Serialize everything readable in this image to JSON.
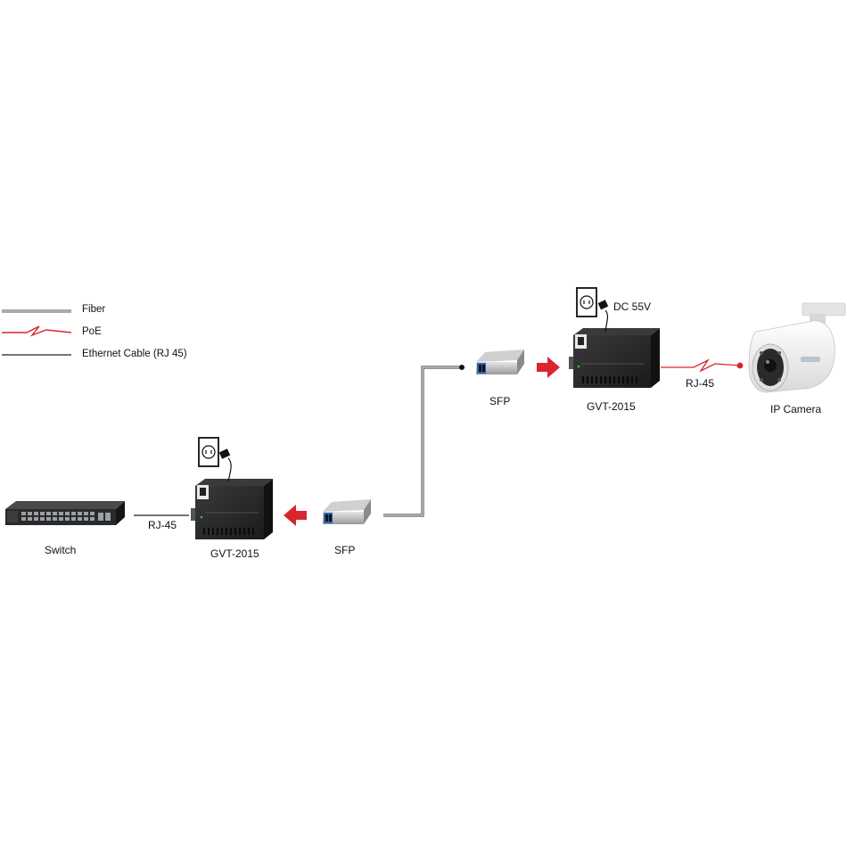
{
  "legend": {
    "fiber": "Fiber",
    "poe": "PoE",
    "ethernet": "Ethernet Cable (RJ 45)"
  },
  "devices": {
    "switch": "Switch",
    "converter_left": "GVT-2015",
    "converter_right": "GVT-2015",
    "sfp_left": "SFP",
    "sfp_right": "SFP",
    "camera": "IP Camera"
  },
  "links": {
    "rj45_left": "RJ-45",
    "rj45_right": "RJ-45",
    "dc_power": "DC 55V"
  },
  "colors": {
    "fiber": "#555555",
    "poe": "#d7262d",
    "ethernet": "#222222",
    "arrow": "#d7262d",
    "device_body": "#1f1f1f"
  }
}
